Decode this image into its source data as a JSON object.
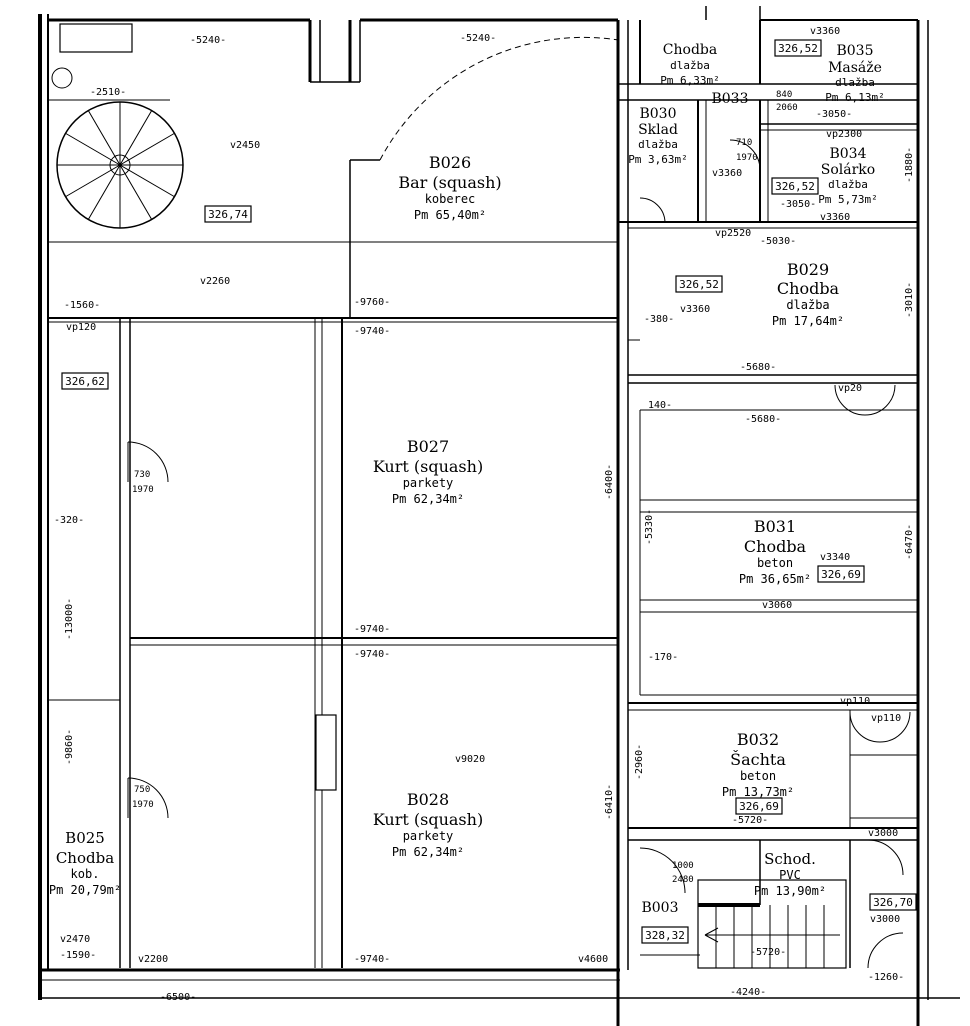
{
  "rooms": {
    "b026": {
      "code": "B026",
      "name": "Bar (squash)",
      "floor": "koberec",
      "area": "Pm 65,40m²"
    },
    "b027": {
      "code": "B027",
      "name": "Kurt (squash)",
      "floor": "parkety",
      "area": "Pm 62,34m²"
    },
    "b028": {
      "code": "B028",
      "name": "Kurt (squash)",
      "floor": "parkety",
      "area": "Pm 62,34m²"
    },
    "b025": {
      "code": "B025",
      "name": "Chodba",
      "floor": "kob.",
      "area": "Pm 20,79m²"
    },
    "b029": {
      "code": "B029",
      "name": "Chodba",
      "floor": "dlažba",
      "area": "Pm 17,64m²"
    },
    "b031": {
      "code": "B031",
      "name": "Chodba",
      "floor": "beton",
      "area": "Pm 36,65m²"
    },
    "b032": {
      "code": "B032",
      "name": "Šachta",
      "floor": "beton",
      "area": "Pm 13,73m²"
    },
    "b030": {
      "code": "B030",
      "name": "Sklad",
      "floor": "dlažba",
      "area": "Pm 3,63m²"
    },
    "b033": {
      "code": "B033",
      "name": "Chodba",
      "floor": "dlažba",
      "area": "Pm 6,33m²"
    },
    "b034": {
      "code": "B034",
      "name": "Solárko",
      "floor": "dlažba",
      "area": "Pm 5,73m²"
    },
    "b035": {
      "code": "B035",
      "name": "Masáže",
      "floor": "dlažba",
      "area": "Pm 6,13m²"
    },
    "b003": {
      "code": "B003",
      "name": "Schod.",
      "floor": "PVC",
      "area": "Pm 13,90m²"
    }
  },
  "elevations": {
    "e1": "326,74",
    "e2": "326,62",
    "e3": "326,52",
    "e4": "326,52",
    "e5": "326,52",
    "e6": "326,69",
    "e7": "326,69",
    "e8": "326,70",
    "e9": "328,32"
  },
  "dims": {
    "d5240a": "-5240-",
    "d5240b": "-5240-",
    "d2510": "-2510-",
    "d2450": "v2450",
    "d2260": "v2260",
    "d1560": "-1560-",
    "d9760": "-9760-",
    "d9740a": "-9740-",
    "d9740b": "-9740-",
    "d9740c": "-9740-",
    "d9740d": "-9740-",
    "d6400a": "-6400-",
    "d6410": "-6410-",
    "d5680a": "-5680-",
    "d5680b": "-5680-",
    "d5720a": "-5720-",
    "d5720b": "-5720-",
    "d13000": "-13000-",
    "d9020": "v9020",
    "d2200": "v2200",
    "d4600": "v4600",
    "d1590": "-1590-",
    "d2470": "v2470",
    "d3360a": "v3360",
    "d3360b": "v3360",
    "d3340": "v3340",
    "d3060": "v3060",
    "d3000a": "v3000",
    "d3000b": "v3000",
    "d3050": "-3050-",
    "d3050b": "-3050-",
    "d2300": "vp2300",
    "d2520": "vp2520",
    "d030": "-5030-",
    "d6500": "-6500-",
    "d4240": "-4240-",
    "d1260": "-1260-",
    "d380": "-380-",
    "d320": "-320-",
    "d5330": "-5330-",
    "d6470": "-6470-",
    "d3010": "-3010-",
    "d1880": "-1880-",
    "d2960": "-2960-",
    "dvp120": "vp120",
    "dvp20": "vp20",
    "dvp110": "vp110",
    "dvp10": "vp110",
    "d9880": "-9860-",
    "d1000": "1000",
    "d2480": "2480",
    "d3360c": "v3360",
    "d3360d": "v3360",
    "d730": "730",
    "d1970a": "1970",
    "d750": "750",
    "d1970b": "1970",
    "d710": "710",
    "d1970c": "1970",
    "d840": "840",
    "d2060": "2060",
    "d170": "-170-",
    "d140": "140-"
  }
}
